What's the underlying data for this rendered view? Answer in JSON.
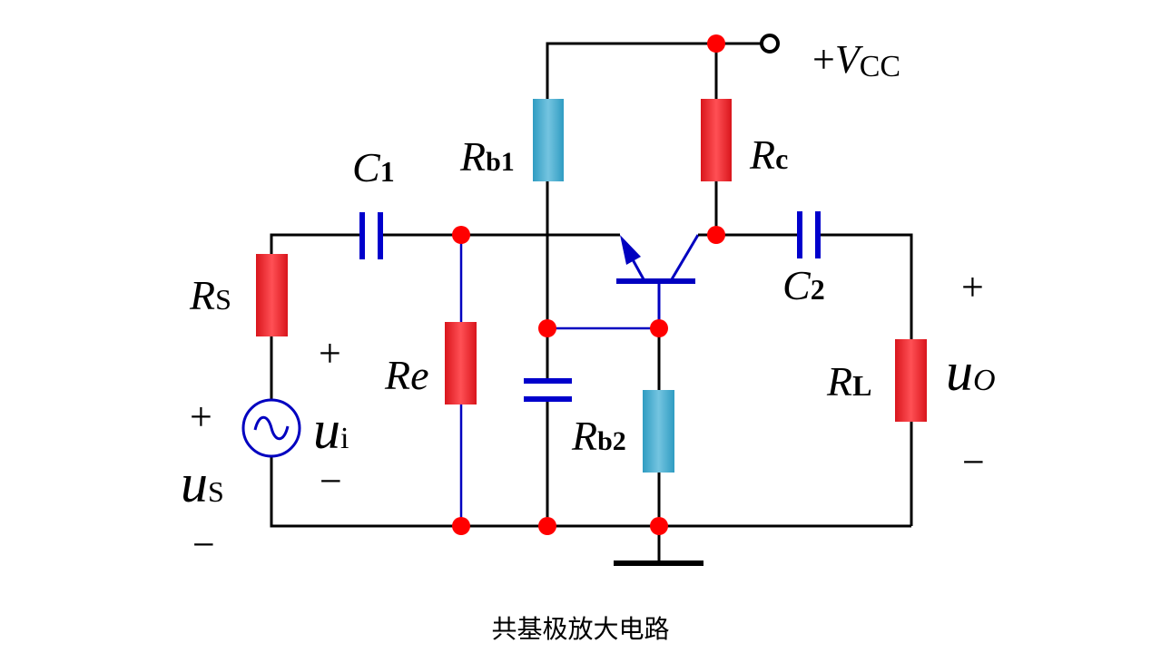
{
  "caption": "共基极放大电路",
  "colors": {
    "wire": "#000000",
    "signal_wire": "#0000c0",
    "node": "#ff0000",
    "resistor_red": "#e8232b",
    "resistor_blue": "#3aa6c8",
    "capacitor": "#0000cc"
  },
  "labels": {
    "vcc": {
      "prefix": "+",
      "main": "V",
      "sub": "CC"
    },
    "rb1": {
      "main": "R",
      "sub": "b1"
    },
    "rc": {
      "main": "R",
      "sub": "c"
    },
    "c1": {
      "main": "C",
      "sub": "1"
    },
    "c2": {
      "main": "C",
      "sub": "2"
    },
    "rs": {
      "main": "R",
      "sub": "S"
    },
    "re": {
      "main": "Re"
    },
    "rb2": {
      "main": "R",
      "sub": "b2"
    },
    "rl": {
      "main": "R",
      "sub": "L"
    },
    "ui": {
      "main": "u",
      "sub": "i"
    },
    "us": {
      "main": "u",
      "sub": "S"
    },
    "uo": {
      "main": "u",
      "sub": "O"
    },
    "plus": "+",
    "minus": "−"
  },
  "components": [
    {
      "id": "Rb1",
      "type": "resistor",
      "color": "blue"
    },
    {
      "id": "Rc",
      "type": "resistor",
      "color": "red"
    },
    {
      "id": "Rs",
      "type": "resistor",
      "color": "red"
    },
    {
      "id": "Re",
      "type": "resistor",
      "color": "red"
    },
    {
      "id": "Rb2",
      "type": "resistor",
      "color": "blue"
    },
    {
      "id": "RL",
      "type": "resistor",
      "color": "red"
    },
    {
      "id": "C1",
      "type": "capacitor"
    },
    {
      "id": "C2",
      "type": "capacitor"
    },
    {
      "id": "Cb",
      "type": "capacitor"
    },
    {
      "id": "us",
      "type": "ac-source"
    },
    {
      "id": "T",
      "type": "npn-transistor",
      "configuration": "common-base"
    },
    {
      "id": "GND",
      "type": "ground"
    }
  ]
}
